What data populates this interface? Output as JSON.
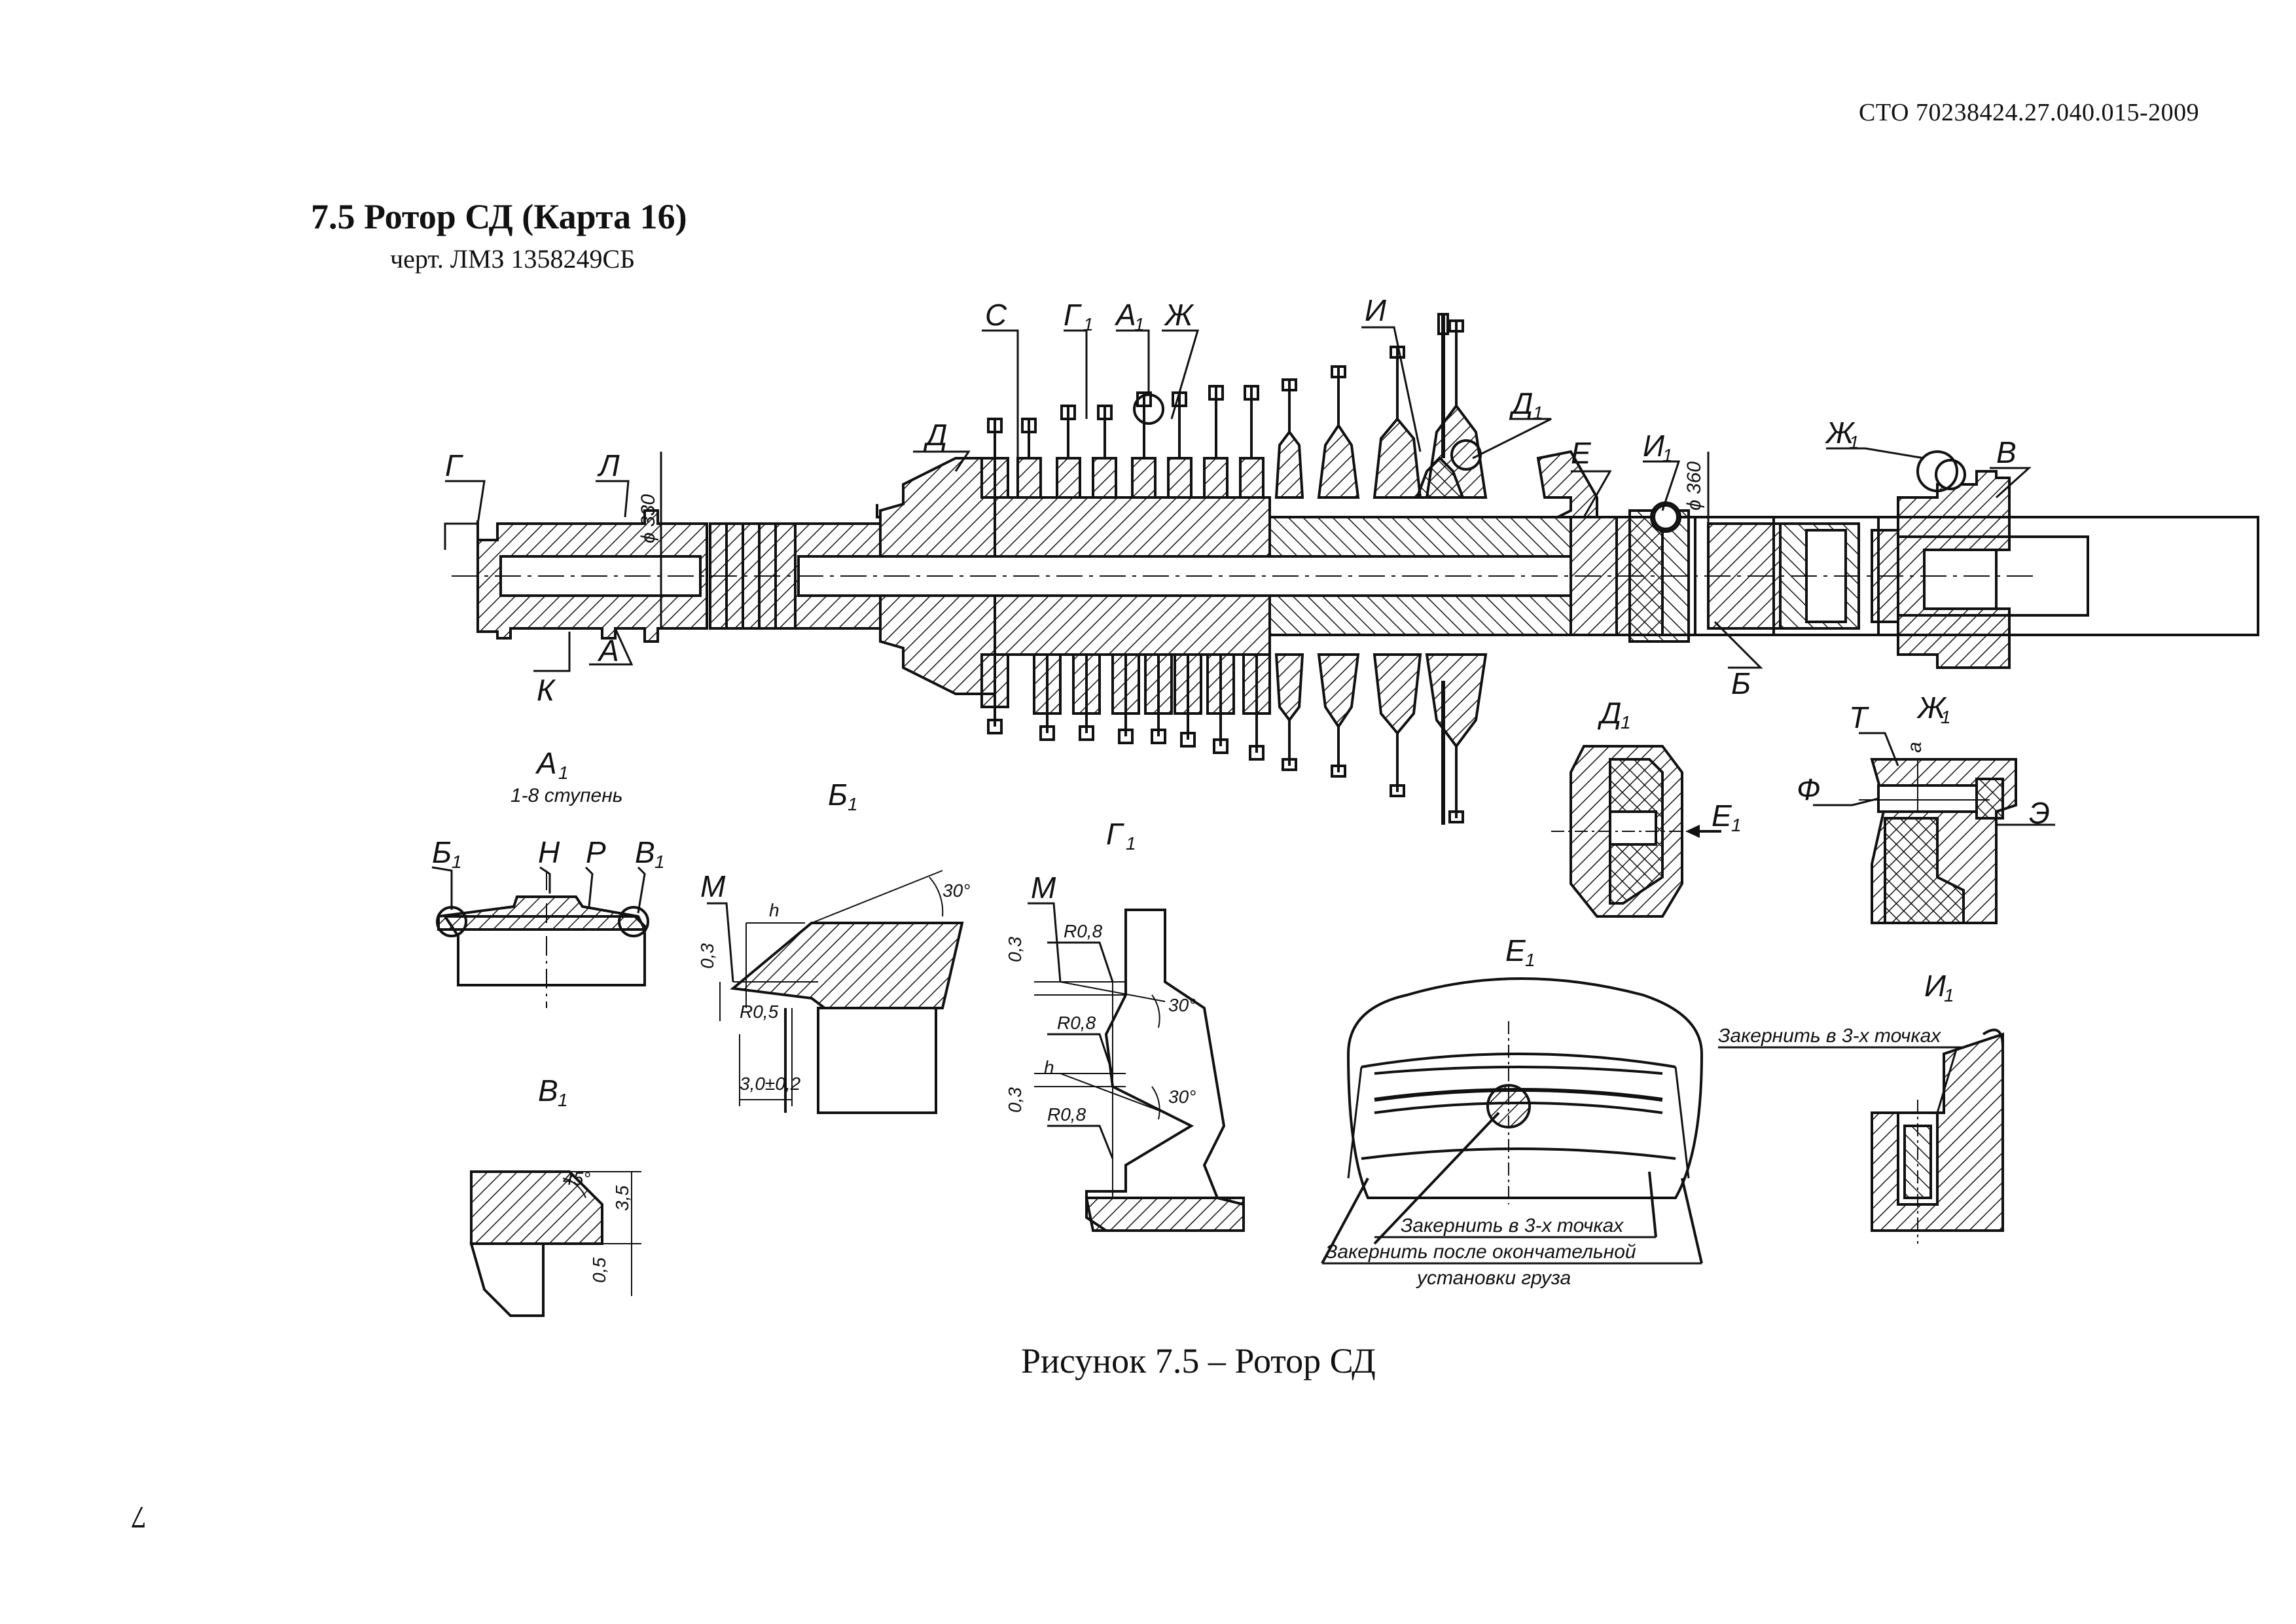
{
  "header": {
    "doc_code": "СТО 70238424.27.040.015-2009"
  },
  "section": {
    "title": "7.5 Ротор СД (Карта 16)",
    "drawing_ref": "черт. ЛМЗ 1358249СБ"
  },
  "figure": {
    "caption": "Рисунок 7.5 – Ротор СД",
    "main_labels": {
      "C": "С",
      "G1": "Г",
      "A1": "А",
      "Zh": "Ж",
      "I": "И",
      "D1": "Д",
      "D": "Д",
      "G": "Г",
      "L": "Л",
      "K": "К",
      "A": "А",
      "E": "Е",
      "I1": "И",
      "Zh1": "Ж",
      "V": "В",
      "B": "Б",
      "phi330": "ϕ 330",
      "phi360": "ϕ 360"
    },
    "subscript": "1",
    "details": {
      "A1": {
        "title": "А",
        "note": "1-8 ступень",
        "labels": {
          "B1": "Б",
          "N": "Н",
          "R": "Р",
          "V1": "В"
        }
      },
      "B1": {
        "title": "Б",
        "labels": {
          "M": "М",
          "h": "h",
          "d03": "0,3",
          "r05": "R0,5",
          "d30": "3,0±0,2",
          "angle": "30°"
        }
      },
      "G1": {
        "title": "Г",
        "labels": {
          "M": "М",
          "r08a": "R0,8",
          "r08b": "R0,8",
          "r08c": "R0,8",
          "d03a": "0,3",
          "d03b": "0,3",
          "h": "h",
          "angle1": "30°",
          "angle2": "30°"
        }
      },
      "V1": {
        "title": "В",
        "labels": {
          "angle": "45°",
          "d35": "3,5",
          "d05": "0,5"
        }
      },
      "D1": {
        "title": "Д",
        "labels": {
          "E1": "Е"
        }
      },
      "Zh1": {
        "title": "Ж",
        "labels": {
          "T": "Т",
          "a": "а",
          "F": "Ф",
          "E": "Э"
        }
      },
      "E1": {
        "title": "Е",
        "note1": "Закернить в 3-х точках",
        "note2": "Закернить после окончательной",
        "note3": "установки груза"
      },
      "I1": {
        "title": "И",
        "note": "Закернить в 3-х точках"
      }
    }
  },
  "page_number": "7"
}
